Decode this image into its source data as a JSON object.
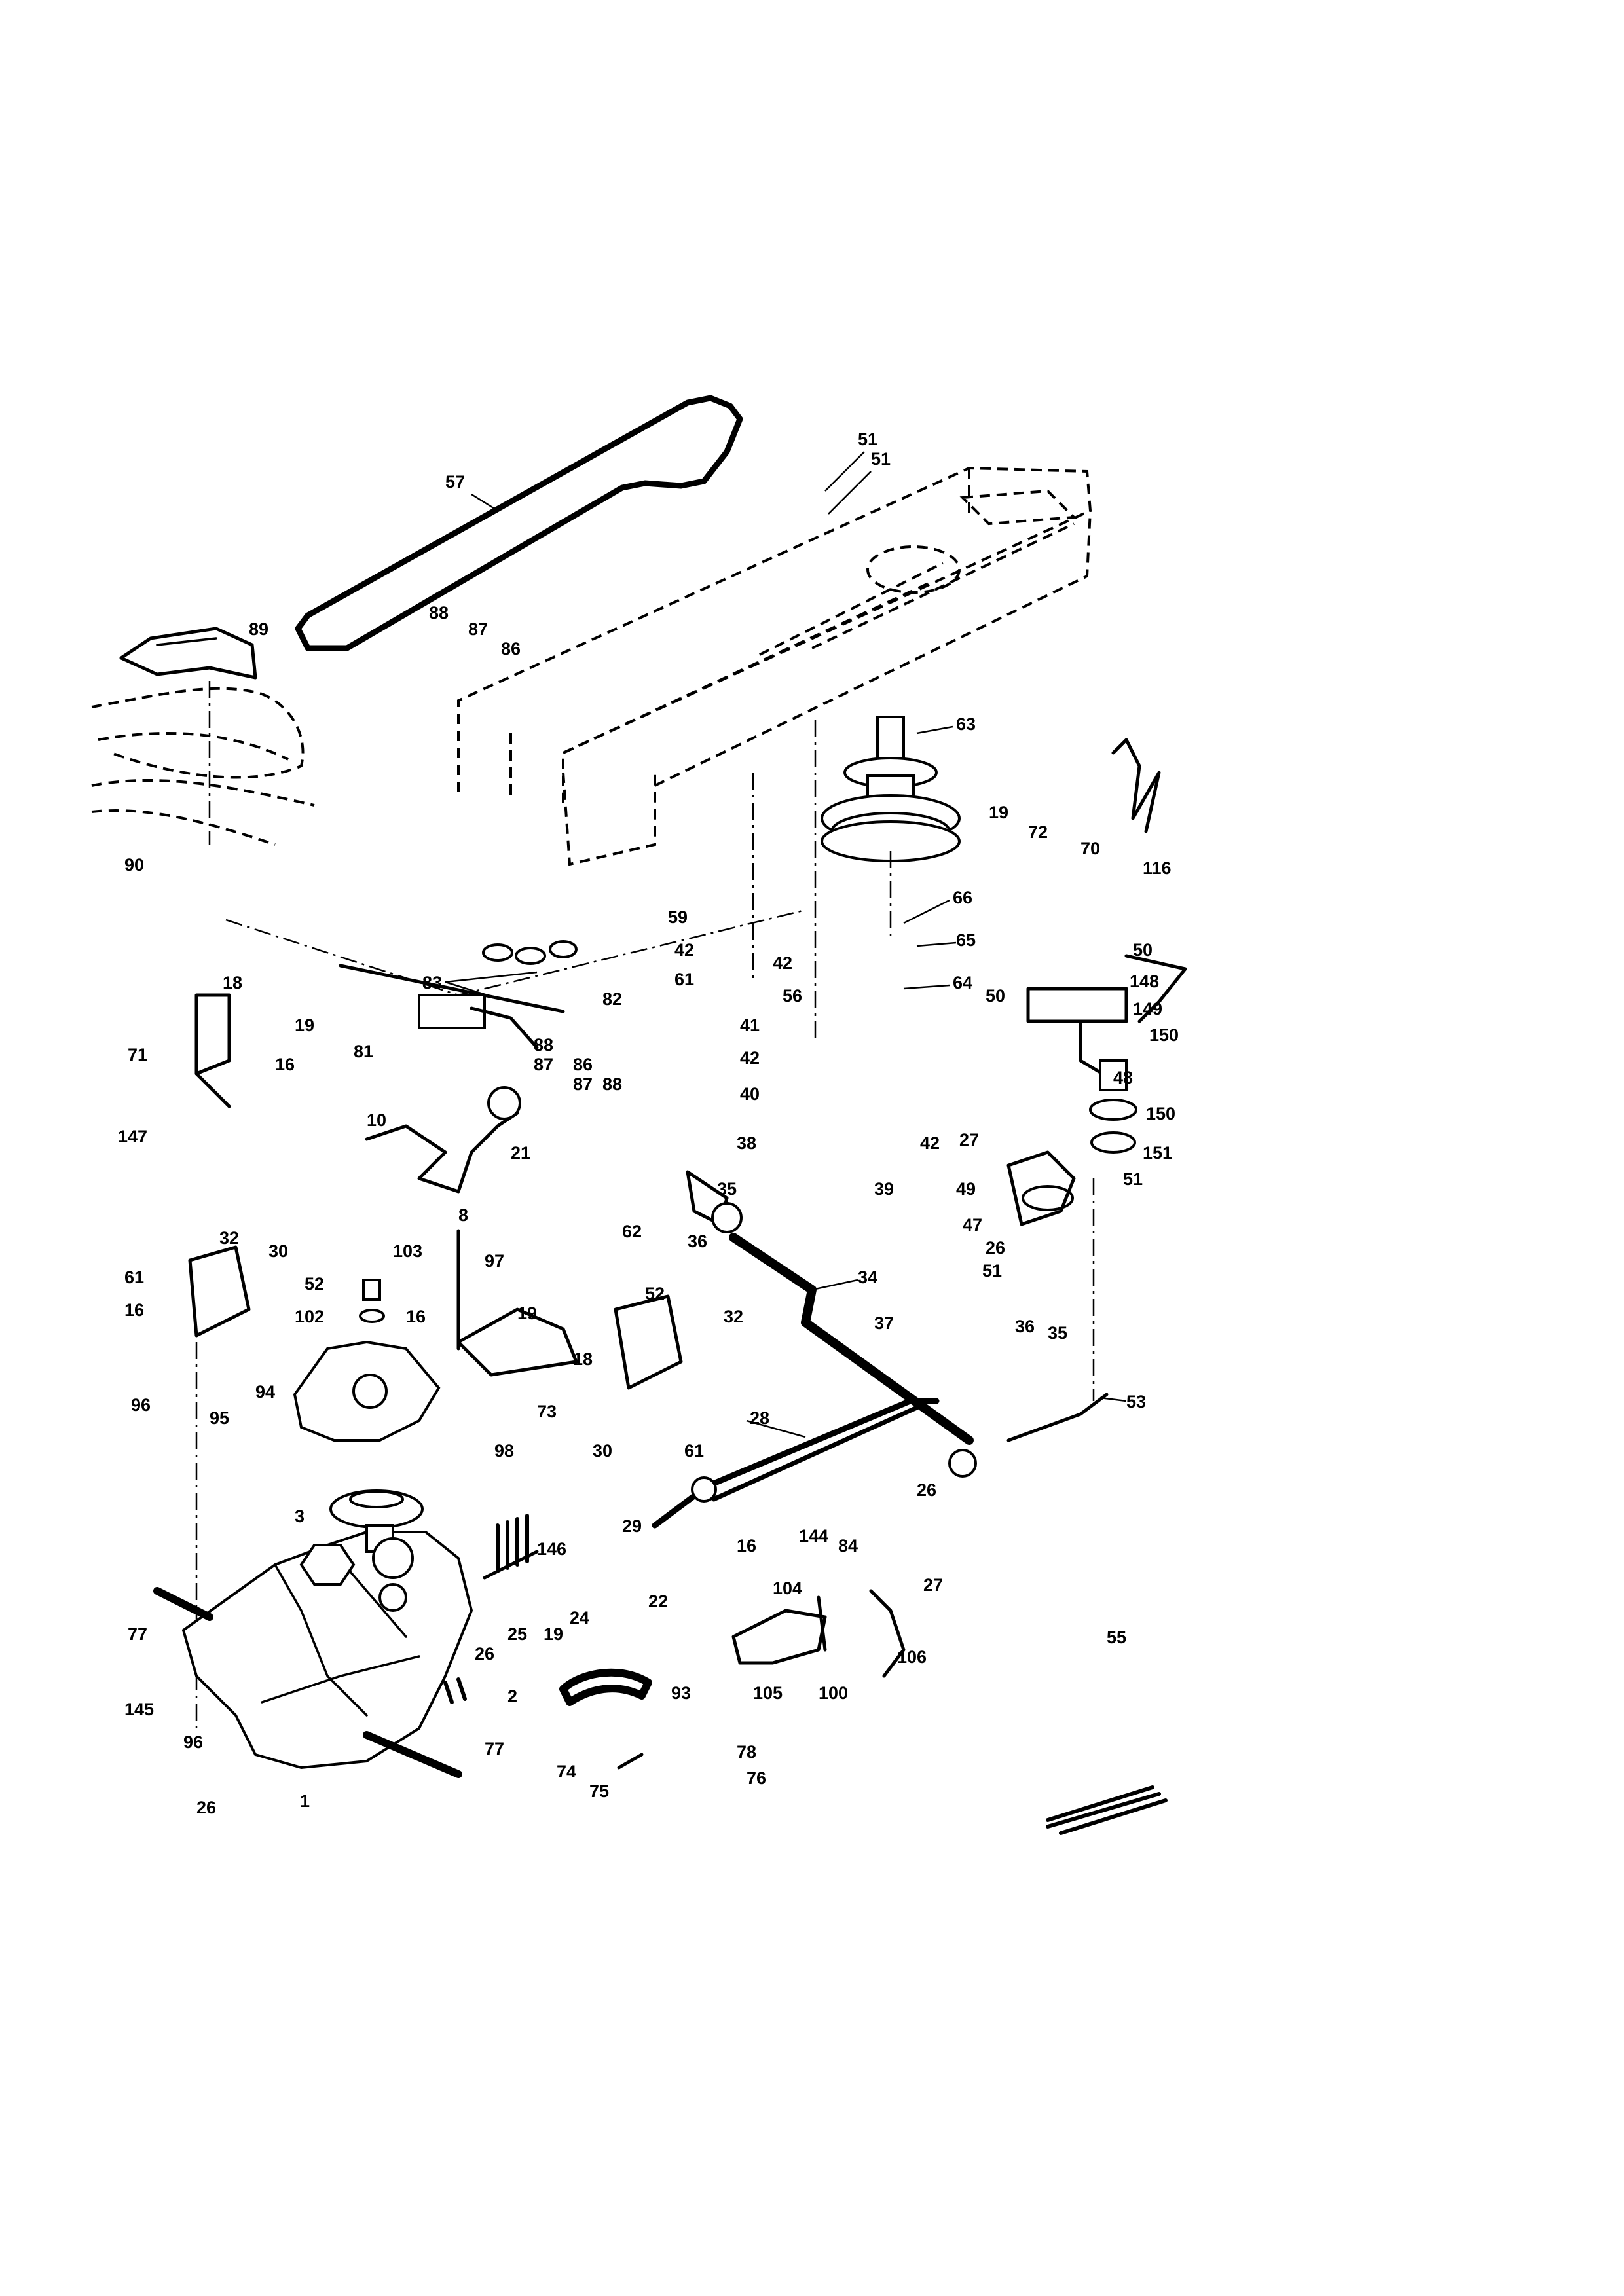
{
  "labels": [
    "57",
    "51",
    "51",
    "89",
    "88",
    "87",
    "86",
    "63",
    "19",
    "72",
    "70",
    "116",
    "90",
    "59",
    "42",
    "61",
    "66",
    "42",
    "65",
    "56",
    "64",
    "83",
    "82",
    "18",
    "19",
    "71",
    "16",
    "41",
    "42",
    "40",
    "38",
    "42",
    "39",
    "50",
    "148",
    "149",
    "150",
    "50",
    "48",
    "150",
    "151",
    "51",
    "27",
    "49",
    "47",
    "26",
    "51",
    "81",
    "88",
    "87",
    "86",
    "87",
    "88",
    "147",
    "10",
    "21",
    "8",
    "35",
    "62",
    "36",
    "34",
    "37",
    "32",
    "30",
    "61",
    "52",
    "16",
    "103",
    "97",
    "102",
    "16",
    "19",
    "18",
    "94",
    "73",
    "98",
    "52",
    "32",
    "30",
    "61",
    "36",
    "35",
    "53",
    "96",
    "95",
    "28",
    "26",
    "3",
    "29",
    "27",
    "16",
    "144",
    "84",
    "146",
    "104",
    "77",
    "24",
    "19",
    "25",
    "26",
    "22",
    "106",
    "93",
    "105",
    "100",
    "2",
    "55",
    "145",
    "96",
    "77",
    "78",
    "74",
    "76",
    "75",
    "1",
    "26"
  ]
}
